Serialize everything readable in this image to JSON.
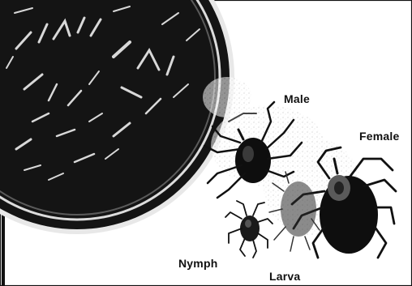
{
  "labels": {
    "male": "Male",
    "female": "Female",
    "nymph": "Nymph",
    "larva": "Larva"
  },
  "colors": {
    "background": "#ffffff",
    "ink": "#111111",
    "coin": "#141414",
    "coin_rim": "#f2f2f2"
  }
}
